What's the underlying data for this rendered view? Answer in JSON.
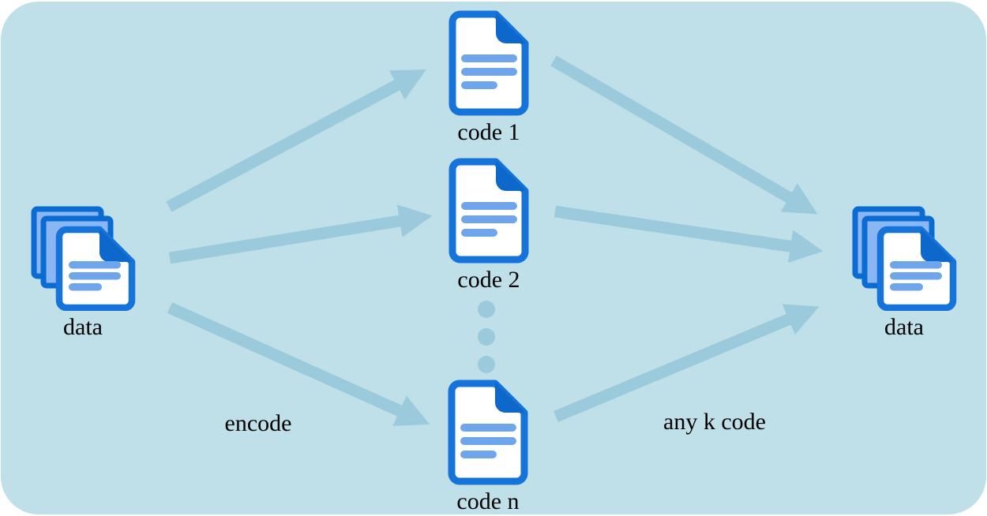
{
  "colors": {
    "panel_bg": "#bfe0e8",
    "arrow": "#9acadb",
    "doc_border": "#1573d9",
    "doc_fold": "#0e68cc",
    "doc_line": "#6fa6eb",
    "stack_sheet_fill": "#8ab7f3",
    "stack_sheet_border": "#0a6bd2",
    "label_text": "#000000"
  },
  "nodes": {
    "source": {
      "label": "data"
    },
    "codes": [
      {
        "label": "code 1"
      },
      {
        "label": "code 2"
      },
      {
        "label": "code n"
      }
    ],
    "sink": {
      "label": "data"
    }
  },
  "labels": {
    "encode": "encode",
    "decode": "any k code"
  },
  "ellipsis": {
    "dot_count": 3
  }
}
